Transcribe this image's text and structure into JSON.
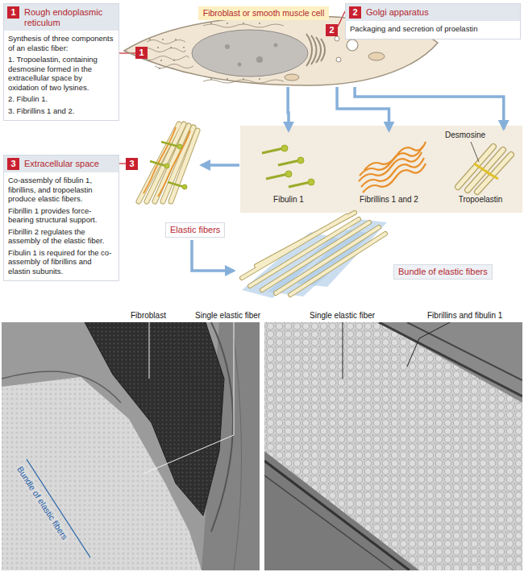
{
  "diagram": {
    "nodes": [
      {
        "text": [
          "1",
          "Rough endoplasmic reticulum",
          "Synthesis of three components of an elastic fiber:",
          "1. Tropoelastin, containing desmosine formed in the extracellular space by oxidation of two lysines.",
          "2. Fibulin 1.",
          "3. Fibrillins 1 and 2."
        ]
      },
      {
        "text": [
          "Fibroblast or smooth muscle cell"
        ]
      },
      {
        "text": [
          "2",
          "Golgi apparatus",
          "Packaging and secretion of proelastin"
        ]
      },
      {
        "text": [
          "Fibulin 1"
        ]
      },
      {
        "text": [
          "Fibrillins 1 and 2"
        ]
      },
      {
        "text": [
          "Desmosine",
          "Tropoelastin"
        ]
      },
      {
        "text": [
          "3",
          "Extracellular space",
          "Co-assembly of fibulin 1, fibrillins, and tropoelastin produce elastic fibers.",
          "Fibrillin 1 provides force-bearing structural support.",
          "Fibrillin 2 regulates the assembly of the elastic fiber.",
          "Fibulin 1 is required for the co-assembly of fibrillins and elastin subunits."
        ]
      }
    ],
    "edges": [
      {
        "from": 1,
        "to": 3,
        "arrow": "to"
      },
      {
        "from": 1,
        "to": 4,
        "arrow": "to"
      },
      {
        "from": 1,
        "to": 5,
        "arrow": "to"
      }
    ],
    "labels": [
      "1",
      "2",
      "3",
      "Elastic fibers",
      "Bundle of elastic fibers",
      "Fibroblast",
      "Single elastic fiber",
      "Single elastic fiber",
      "Fibrillins and fibulin 1",
      "Bundle of elastic fibers"
    ]
  }
}
